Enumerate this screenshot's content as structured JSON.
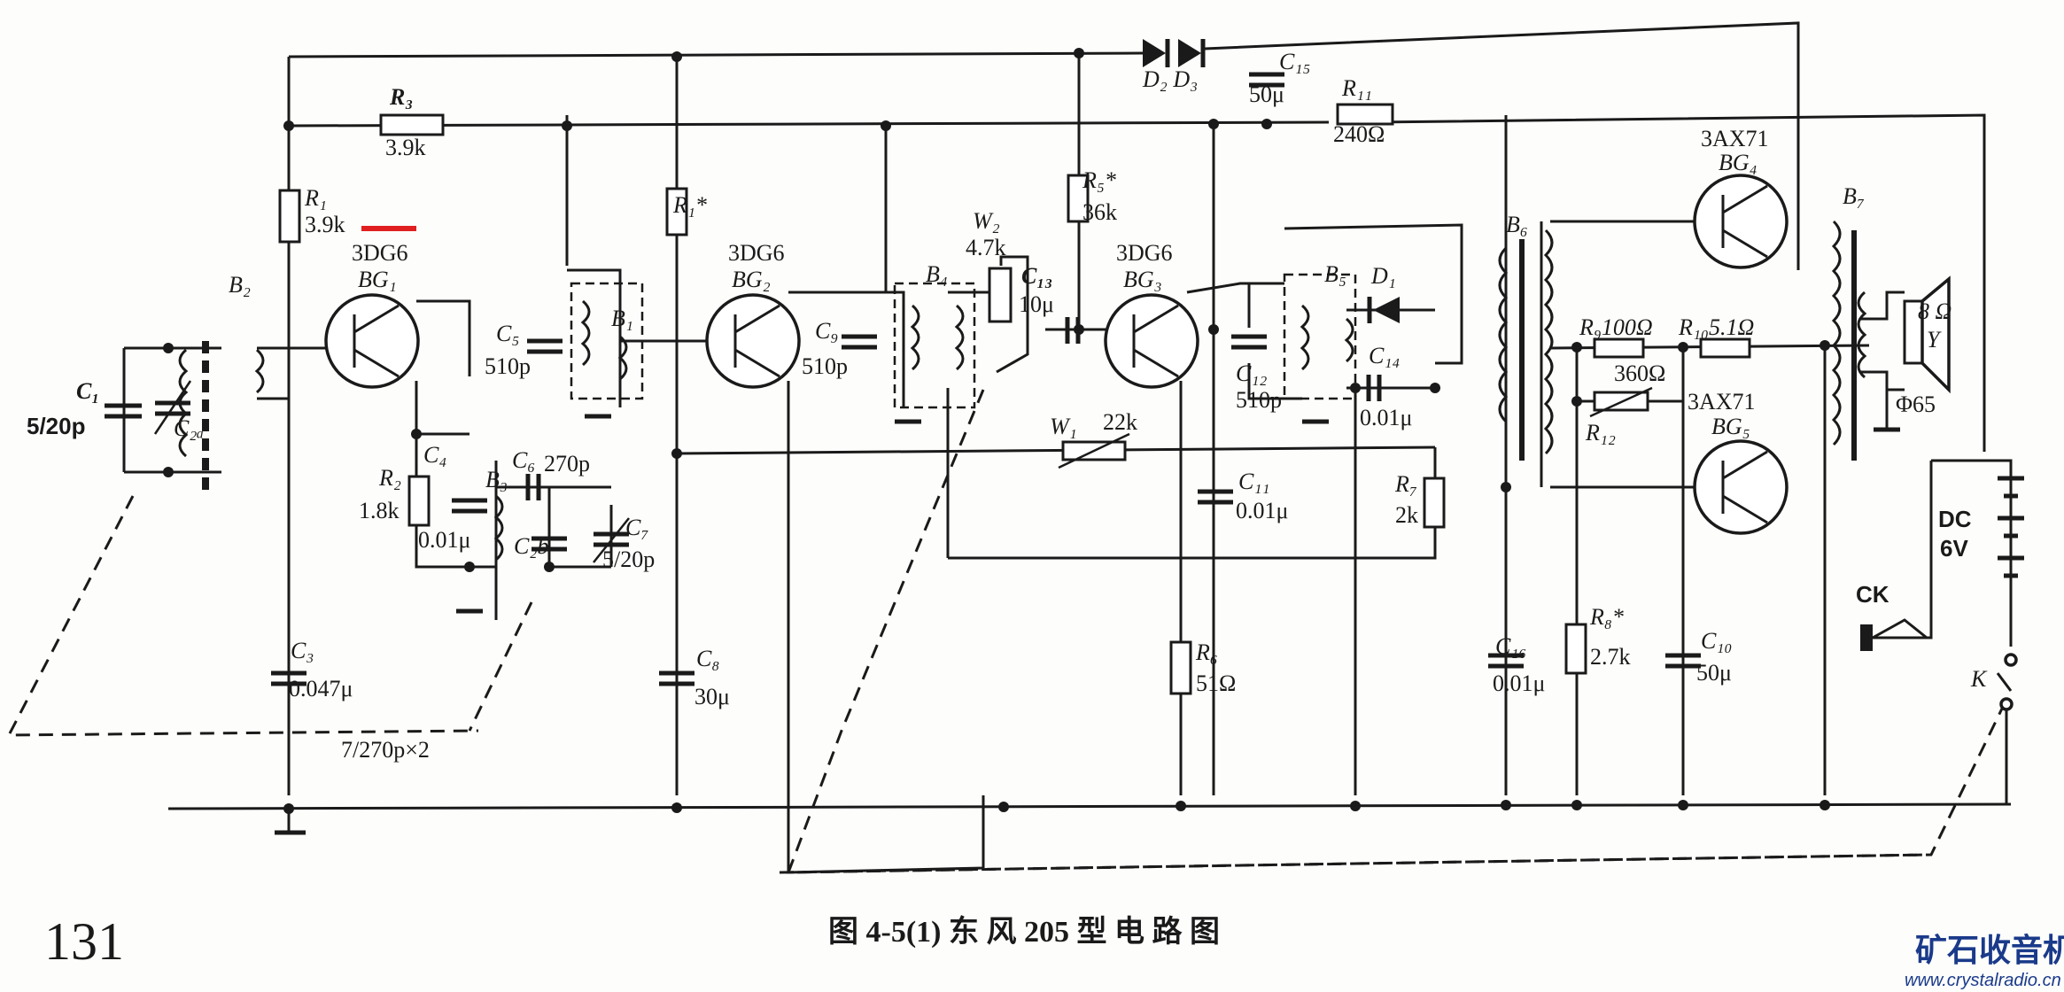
{
  "caption": {
    "page_number": "131",
    "title": "图 4-5(1)  东 风  205 型 电 路 图"
  },
  "watermark": {
    "brand": "矿石收音机",
    "url": "www.crystalradio.cn",
    "color": "#1a3a8a"
  },
  "highlight_color": "#e02020",
  "labels": {
    "R3": "R₃",
    "R3v": "3.9k",
    "R1": "R₁",
    "R1v": "3.9k",
    "R1s": "R₁*",
    "R2": "R₂",
    "R2v": "1.8k",
    "R5s": "R₅*",
    "R5v": "36k",
    "R6": "R₆",
    "R6v": "51Ω",
    "R7": "R₇",
    "R7v": "2k",
    "R8s": "R₈*",
    "R8v": "2.7k",
    "R9": "R₉100Ω",
    "R10": "R₁₀5.1Ω",
    "R11": "R₁₁",
    "R11v": "240Ω",
    "R12": "R₁₂",
    "R12v": "360Ω",
    "C1": "C₁",
    "C1v": "5/20p",
    "C2a": "C₂ₐ",
    "C2b": "C₂b",
    "C3": "C₃",
    "C3v": "0.047μ",
    "C4": "C₄",
    "C4v": "0.01μ",
    "C5": "C₅",
    "C5v": "510p",
    "C6": "C₆",
    "C6v": "270p",
    "C7": "C₇",
    "C7v": "5/20p",
    "C8": "C₈",
    "C8v": "30μ",
    "C9": "C₉",
    "C9v": "510p",
    "C11": "C₁₁",
    "C11v": "0.01μ",
    "C12": "C₁₂",
    "C12v": "510p",
    "C13": "C₁₃",
    "C13v": "10μ",
    "C14": "C₁₄",
    "C14v": "0.01μ",
    "C15": "C₁₅",
    "C15v": "50μ",
    "C16": "C₁₆",
    "C16v": "0.01μ",
    "C10": "C₁₀",
    "C10v": "50μ",
    "gang": "7/270p×2",
    "W1": "W₁",
    "W1v": "22k",
    "W2": "W₂",
    "W2v": "4.7k",
    "B1": "B₁",
    "B2": "B₂",
    "B4": "B₄",
    "B5": "B₅",
    "B6": "B₆",
    "B7": "B₇",
    "B3": "B₃",
    "D1": "D₁",
    "D2D3": "D₂ D₃",
    "BG1t": "3DG6",
    "BG1": "BG₁",
    "BG2t": "3DG6",
    "BG2": "BG₂",
    "BG3t": "3DG6",
    "BG3": "BG₃",
    "BG4t": "3AX71",
    "BG4": "BG₄",
    "BG5t": "3AX71",
    "BG5": "BG₅",
    "spk1": "8 Ω",
    "spk2": "Y",
    "spk3": "Φ65",
    "dc1": "DC",
    "dc2": "6V",
    "CK": "CK",
    "K": "K"
  }
}
